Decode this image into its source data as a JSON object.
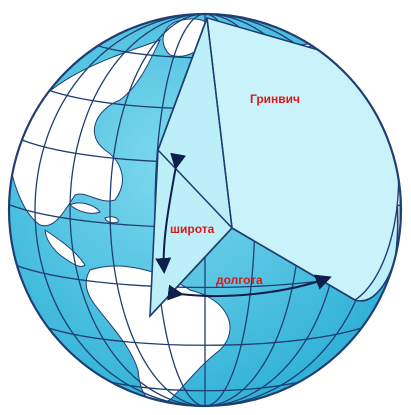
{
  "labels": {
    "greenwich": "Гринвич",
    "latitude": "широта",
    "longitude": "долгота"
  },
  "colors": {
    "ocean": "#3ec6e6",
    "ocean_light": "#bdeff8",
    "land": "#ffffff",
    "outline": "#1f3f73",
    "label_text": "#d81b1b",
    "arrow": "#0d1f4a"
  }
}
